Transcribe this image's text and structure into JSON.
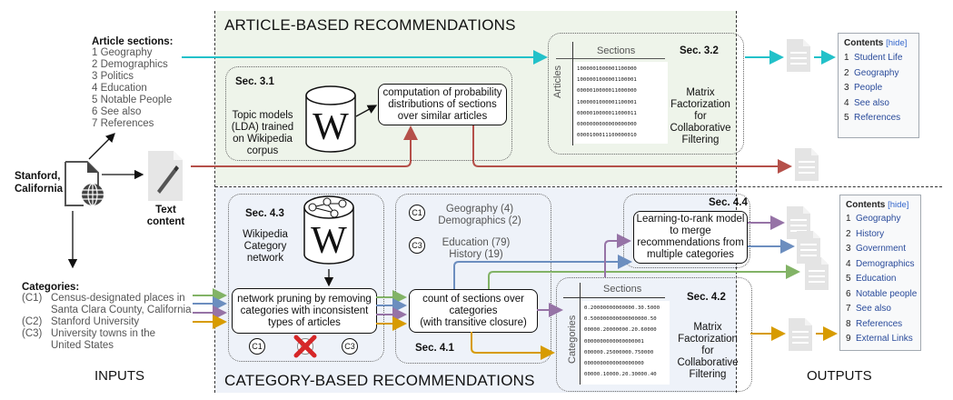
{
  "inputs": {
    "label": "INPUTS",
    "article_name": "Stanford,\nCalifornia",
    "article_sections": {
      "title": "Article sections:",
      "items": [
        "1 Geography",
        "2 Demographics",
        "3 Politics",
        "4 Education",
        "5 Notable People",
        "6 See also",
        "7 References"
      ]
    },
    "text_content_label": "Text\ncontent",
    "categories": {
      "title": "Categories:",
      "items": [
        {
          "id": "(C1)",
          "text": "Census-designated places in\nSanta Clara County, California"
        },
        {
          "id": "(C2)",
          "text": "Stanford University"
        },
        {
          "id": "(C3)",
          "text": "University towns in the\nUnited States"
        }
      ]
    }
  },
  "article_panel": {
    "title": "ARTICLE-BASED RECOMMENDATIONS",
    "sec31": {
      "label": "Sec. 3.1",
      "description": "Topic models\n(LDA) trained\non Wikipedia\ncorpus",
      "process": "computation of probability\ndistributions of sections\nover similar articles"
    },
    "sec32": {
      "label": "Sec. 3.2",
      "matrix_col_header": "Sections",
      "matrix_row_header": "Articles",
      "matrix_rows": [
        "1000001000001100000",
        "1000001000001100001",
        "0000010000011000000",
        "1000001000001100001",
        "0000010000011000011",
        "0000000000000000000",
        "0000100011100000010"
      ],
      "description": "Matrix\nFactorization\nfor\nCollaborative\nFiltering"
    }
  },
  "category_panel": {
    "title": "CATEGORY-BASED RECOMMENDATIONS",
    "sec43": {
      "label": "Sec. 4.3",
      "description": "Wikipedia\nCategory\nnetwork",
      "process": "network pruning by removing\ncategories with inconsistent\ntypes of articles",
      "kept": [
        "C1",
        "C3"
      ],
      "removed": "C2"
    },
    "sec41": {
      "label": "Sec. 4.1",
      "groups": [
        {
          "id": "C1",
          "lines": [
            "Geography (4)",
            "Demographics (2)"
          ]
        },
        {
          "id": "C3",
          "lines": [
            "Education (79)",
            "History (19)"
          ]
        }
      ],
      "process": "count of sections over\ncategories\n(with transitive closure)"
    },
    "sec44": {
      "label": "Sec. 4.4",
      "process": "Learning-to-rank model\nto merge\nrecommendations from\nmultiple categories"
    },
    "sec42": {
      "label": "Sec. 4.2",
      "matrix_col_header": "Sections",
      "matrix_row_header": "Categories",
      "matrix_rows": [
        "0.20000000000000.30.5000",
        "0.500000000000000000.50",
        "00000.20000000.20.60000",
        "0000000000000000001",
        "000000.25000000.750000",
        "0000000000000000000",
        "00000.10000.20.30000.40"
      ],
      "description": "Matrix\nFactorization\nfor\nCollaborative\nFiltering"
    }
  },
  "outputs": {
    "label": "OUTPUTS",
    "toc_article": {
      "title": "Contents",
      "hide": "[hide]",
      "items": [
        {
          "n": "1",
          "t": "Student Life"
        },
        {
          "n": "2",
          "t": "Geography"
        },
        {
          "n": "3",
          "t": "People"
        },
        {
          "n": "4",
          "t": "See also"
        },
        {
          "n": "5",
          "t": "References"
        }
      ]
    },
    "toc_category": {
      "title": "Contents",
      "hide": "[hide]",
      "items": [
        {
          "n": "1",
          "t": "Geography"
        },
        {
          "n": "2",
          "t": "History"
        },
        {
          "n": "3",
          "t": "Government"
        },
        {
          "n": "4",
          "t": "Demographics"
        },
        {
          "n": "5",
          "t": "Education"
        },
        {
          "n": "6",
          "t": "Notable people"
        },
        {
          "n": "7",
          "t": "See also"
        },
        {
          "n": "8",
          "t": "References"
        },
        {
          "n": "9",
          "t": "External Links"
        }
      ]
    }
  },
  "colors": {
    "cyan": "#22c1c9",
    "red": "#b5504a",
    "green": "#82b366",
    "blue": "#6c8ebf",
    "purple": "#9673a6",
    "orange": "#d79b00",
    "cross": "#d62728",
    "toc_link": "#2a4b9b"
  }
}
